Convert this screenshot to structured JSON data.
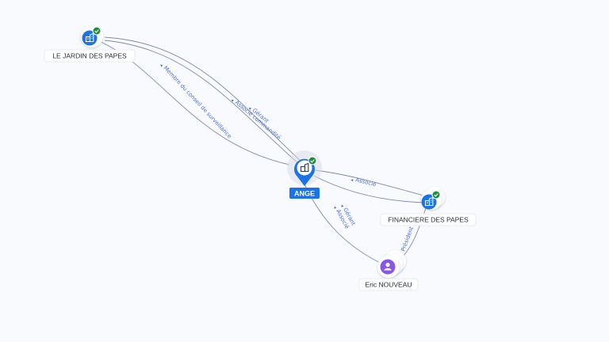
{
  "nodes": {
    "ange": {
      "label": "ANGE",
      "icon": "company-icon",
      "verified": true,
      "accent": "#1a73e8"
    },
    "jardin": {
      "label": "LE JARDIN DES PAPES",
      "icon": "company-icon",
      "verified": true,
      "accent": "#1a73e8"
    },
    "financiere": {
      "label": "FINANCIERE DES PAPES",
      "icon": "company-icon",
      "verified": true,
      "accent": "#1a73e8"
    },
    "eric": {
      "label": "Eric NOUVEAU",
      "icon": "person-icon",
      "verified": false,
      "accent": "#8a56e8"
    }
  },
  "edges": {
    "jardin_ange_top_1": "Gérant",
    "jardin_ange_top_2": "Associé commandité",
    "jardin_ange_bottom": "Membre du conseil de surveillance",
    "ange_financiere": "Associé",
    "ange_eric_1": "Gérant",
    "ange_eric_2": "Associé",
    "financiere_eric": "Président"
  },
  "colors": {
    "verified": "#1e8e3e",
    "edge": "#7f8aa3",
    "edge_label": "#4d6fd0"
  }
}
